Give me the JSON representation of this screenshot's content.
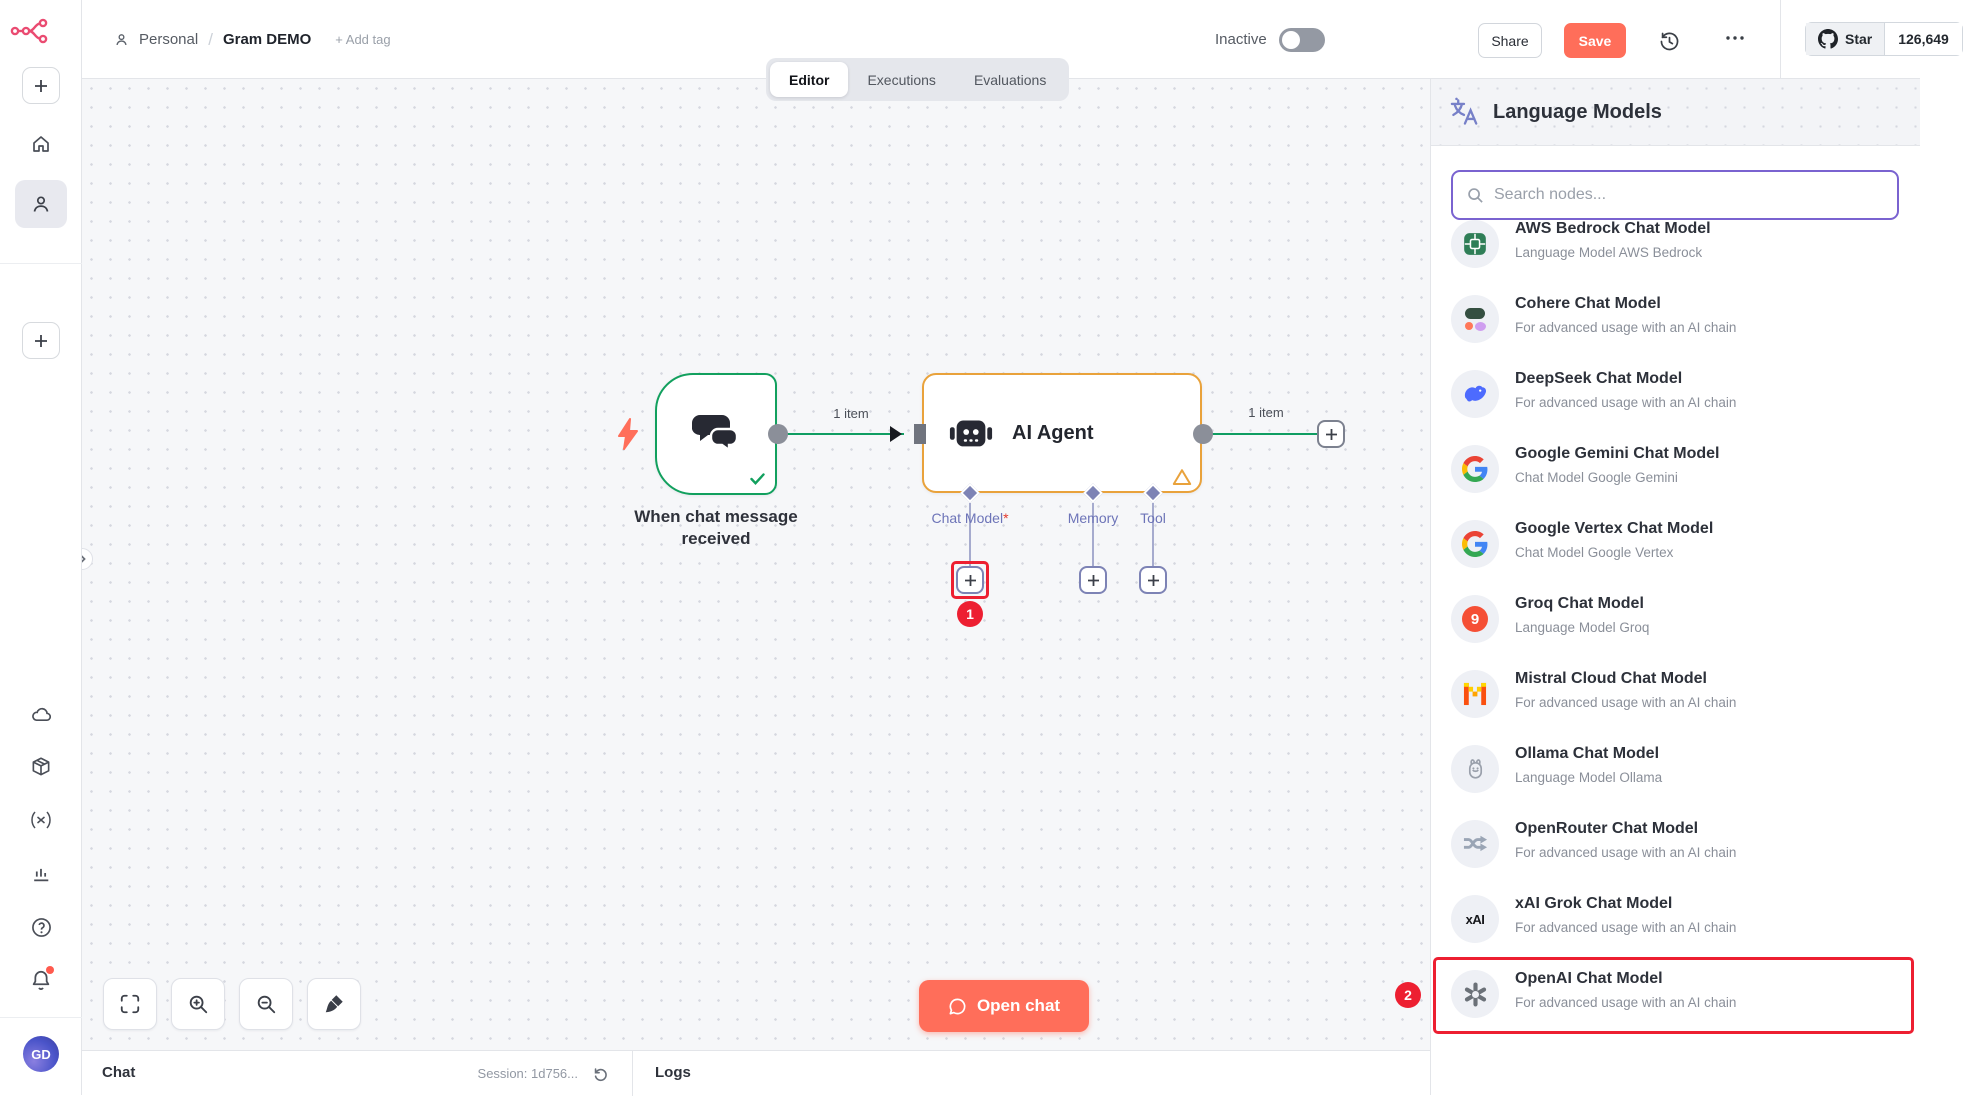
{
  "header": {
    "breadcrumb": {
      "owner": "Personal",
      "separator": "/",
      "name": "Gram DEMO",
      "add_tag": "+ Add tag"
    },
    "tabs": [
      {
        "id": "editor",
        "label": "Editor",
        "active": true
      },
      {
        "id": "executions",
        "label": "Executions",
        "active": false
      },
      {
        "id": "evaluations",
        "label": "Evaluations",
        "active": false
      }
    ],
    "activation_label": "Inactive",
    "activation_on": false,
    "share_label": "Share",
    "save_label": "Save",
    "github": {
      "star_label": "Star",
      "star_count": "126,649"
    }
  },
  "sidebar": {
    "avatar_initials": "GD"
  },
  "canvas": {
    "trigger": {
      "label": "When chat message received"
    },
    "agent": {
      "title": "AI Agent"
    },
    "connections": {
      "in_label": "1 item",
      "out_label": "1 item"
    },
    "ports": {
      "chat_model": "Chat Model",
      "required_mark": "*",
      "memory": "Memory",
      "tool": "Tool"
    },
    "annotations": {
      "step_1": "1",
      "step_2": "2"
    },
    "open_chat_label": "Open chat"
  },
  "panel": {
    "title": "Language Models",
    "search_placeholder": "Search nodes...",
    "items": [
      {
        "id": "aws-bedrock",
        "icon": "bedrock",
        "name": "AWS Bedrock Chat Model",
        "desc": "Language Model AWS Bedrock"
      },
      {
        "id": "cohere",
        "icon": "cohere",
        "name": "Cohere Chat Model",
        "desc": "For advanced usage with an AI chain"
      },
      {
        "id": "deepseek",
        "icon": "deepseek",
        "name": "DeepSeek Chat Model",
        "desc": "For advanced usage with an AI chain"
      },
      {
        "id": "google-gemini",
        "icon": "google",
        "name": "Google Gemini Chat Model",
        "desc": "Chat Model Google Gemini"
      },
      {
        "id": "google-vertex",
        "icon": "google",
        "name": "Google Vertex Chat Model",
        "desc": "Chat Model Google Vertex"
      },
      {
        "id": "groq",
        "icon": "groq",
        "name": "Groq Chat Model",
        "desc": "Language Model Groq"
      },
      {
        "id": "mistral",
        "icon": "mistral",
        "name": "Mistral Cloud Chat Model",
        "desc": "For advanced usage with an AI chain"
      },
      {
        "id": "ollama",
        "icon": "ollama",
        "name": "Ollama Chat Model",
        "desc": "Language Model Ollama"
      },
      {
        "id": "openrouter",
        "icon": "openrouter",
        "name": "OpenRouter Chat Model",
        "desc": "For advanced usage with an AI chain"
      },
      {
        "id": "xai-grok",
        "icon": "xai",
        "name": "xAI Grok Chat Model",
        "desc": "For advanced usage with an AI chain"
      },
      {
        "id": "openai",
        "icon": "openai",
        "name": "OpenAI Chat Model",
        "desc": "For advanced usage with an AI chain",
        "annotated": true
      }
    ]
  },
  "statusbar": {
    "chat_label": "Chat",
    "session_label": "Session: 1d756...",
    "logs_label": "Logs"
  },
  "colors": {
    "accent": "#FF6E5A",
    "annotation_red": "#ED1F31",
    "node_green": "#12A05E",
    "node_orange": "#E9A23B",
    "connector_indigo": "#7D83B5",
    "search_purple": "#7A63D0"
  }
}
